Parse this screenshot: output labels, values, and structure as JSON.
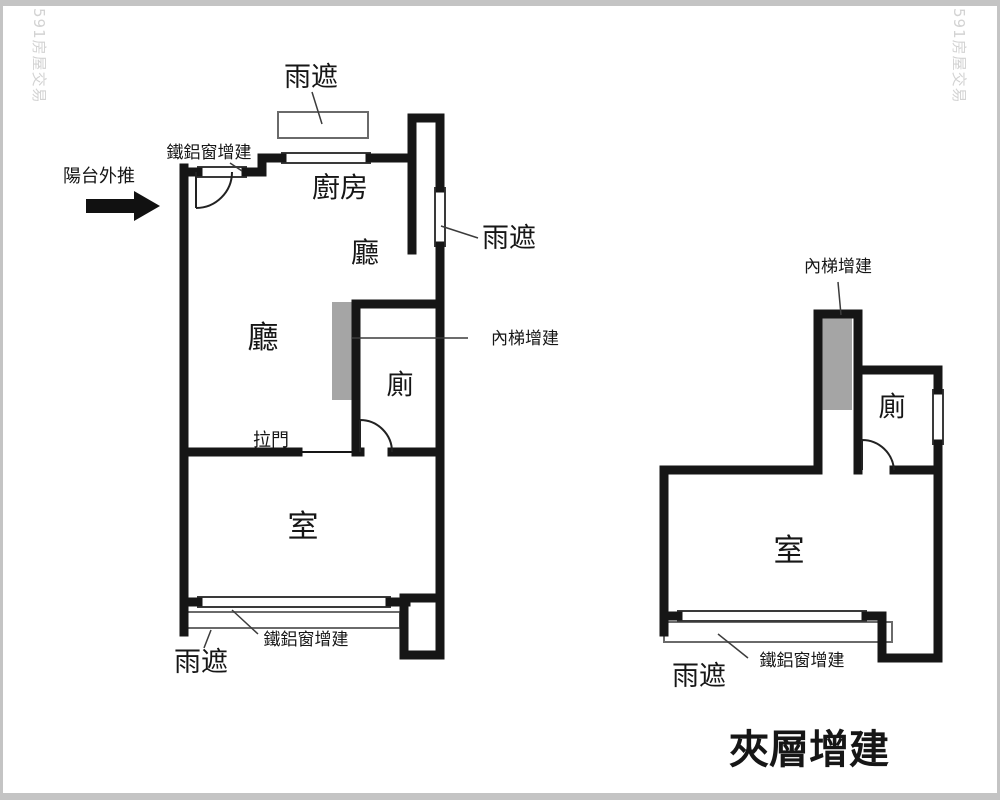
{
  "watermarks": {
    "top_left": "591房屋交易",
    "top_right": "591房屋交易"
  },
  "main_plan": {
    "rooms": {
      "kitchen": "廚房",
      "dining_hall": "廳",
      "living_hall": "廳",
      "toilet": "廁",
      "bedroom": "室"
    },
    "annotations": {
      "awning_top": "雨遮",
      "metal_window_top": "鐵鋁窗增建",
      "balcony_pushout": "陽台外推",
      "awning_right": "雨遮",
      "inner_stair_addition": "內梯增建",
      "sliding_door": "拉門",
      "metal_window_bottom": "鐵鋁窗增建",
      "awning_bottom": "雨遮"
    }
  },
  "mezzanine_plan": {
    "title": "夾層增建",
    "rooms": {
      "toilet": "廁",
      "bedroom": "室"
    },
    "annotations": {
      "inner_stair_addition": "內梯增建",
      "metal_window_bottom": "鐵鋁窗增建",
      "awning_bottom": "雨遮"
    }
  },
  "colors": {
    "wall": "#161616",
    "stair_fill": "#a5a5a5",
    "watermark": "#d3d3d3",
    "frame": "#c4c4c4"
  }
}
